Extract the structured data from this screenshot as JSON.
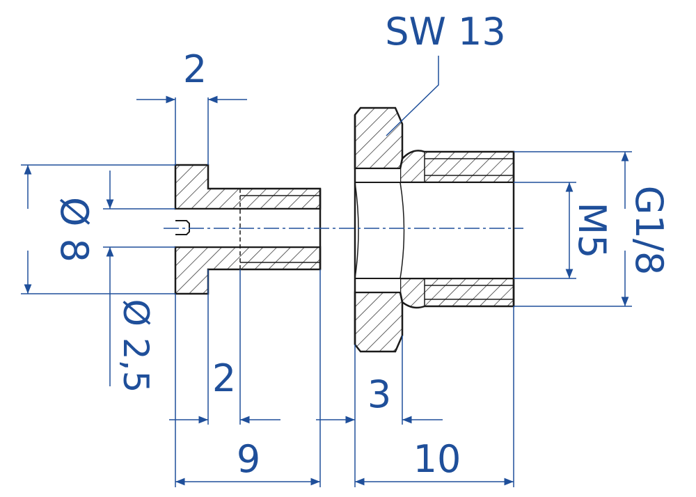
{
  "colors": {
    "outline": "#1a1a1a",
    "hatch": "#3a3a3a",
    "dimension": "#1f4f9a",
    "centerline": "#1f4f9a",
    "background": "#ffffff"
  },
  "left_part": {
    "flange_thickness": "2",
    "head_diameter": "Ø 8",
    "bore_diameter": "Ø 2,5",
    "counterbore_depth": "2",
    "overall_length": "9"
  },
  "right_part": {
    "hex_size": "SW 13",
    "inner_thread": "M5",
    "outer_thread": "G1/8",
    "hex_height": "3",
    "overall_length": "10"
  }
}
